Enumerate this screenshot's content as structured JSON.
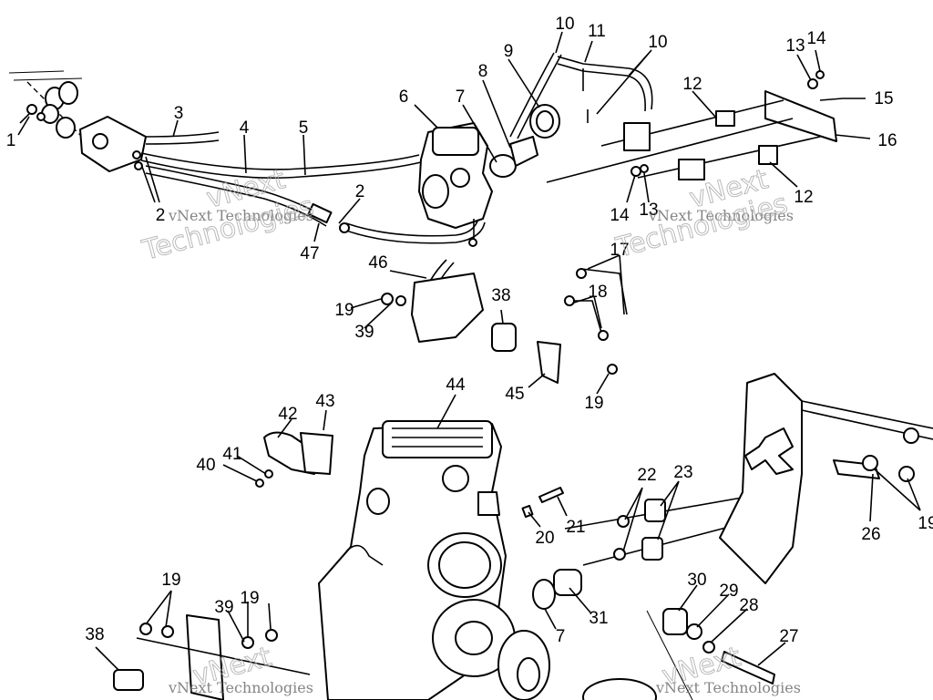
{
  "callouts": {
    "c1": "1",
    "c2a": "2",
    "c2b": "2",
    "c3": "3",
    "c4": "4",
    "c5": "5",
    "c6": "6",
    "c7a": "7",
    "c7b": "7",
    "c8": "8",
    "c9": "9",
    "c10a": "10",
    "c10b": "10",
    "c11": "11",
    "c12a": "12",
    "c12b": "12",
    "c13a": "13",
    "c13b": "13",
    "c14a": "14",
    "c14b": "14",
    "c15": "15",
    "c16": "16",
    "c17": "17",
    "c18": "18",
    "c19a": "19",
    "c19b": "19",
    "c19c": "19",
    "c19d": "19",
    "c19e": "19",
    "c20": "20",
    "c21": "21",
    "c22": "22",
    "c23": "23",
    "c26": "26",
    "c27": "27",
    "c28": "28",
    "c29": "29",
    "c30": "30",
    "c31": "31",
    "c38a": "38",
    "c38b": "38",
    "c39a": "39",
    "c39b": "39",
    "c40": "40",
    "c41": "41",
    "c42": "42",
    "c43": "43",
    "c44": "44",
    "c45": "45",
    "c46": "46",
    "c47": "47"
  },
  "watermark": {
    "company": "vNext Technologies",
    "big_line1": "vNext",
    "big_line2": "Technologies"
  }
}
